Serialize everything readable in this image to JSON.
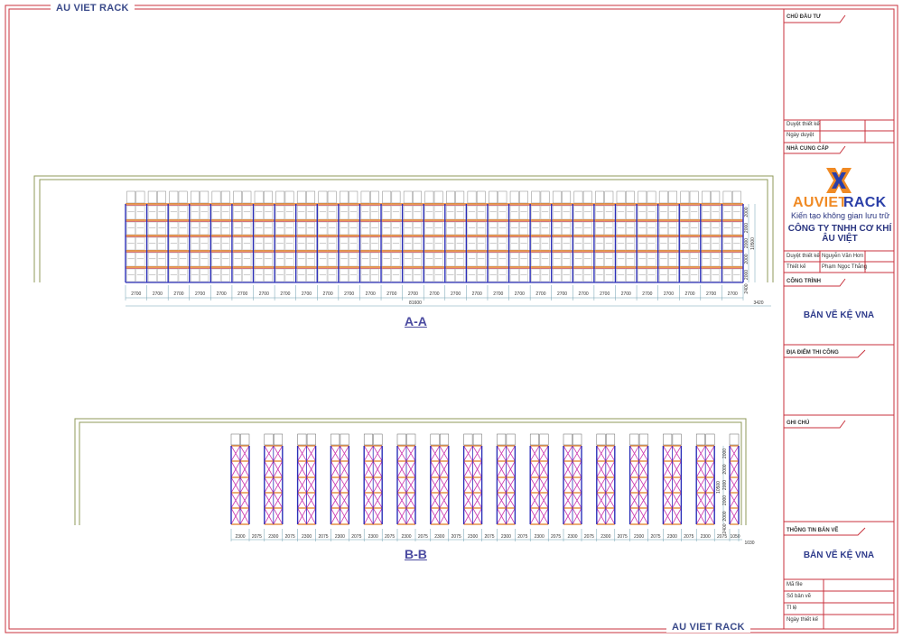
{
  "colors": {
    "frame": "#c8323c",
    "uprightBlue": "#2b2fb8",
    "beamOrange": "#e07a20",
    "braceMagenta": "#cc3ab0",
    "wall": "#8f9a5a",
    "dim": "#6f9fb0",
    "text": "#2f3c8c"
  },
  "brand": {
    "top": "AU VIET RACK",
    "bottom": "AU VIET RACK"
  },
  "titleBlock": {
    "owner": {
      "header": "CHỦ ĐẦU TƯ",
      "approvedLabel": "Duyệt thiết kế",
      "dateLabel": "Ngày duyệt"
    },
    "supplier": {
      "header": "NHÀ CUNG CẤP",
      "logoAu": "AUVIET",
      "logoRack": "RACK",
      "tagline": "Kiến tạo không gian lưu trữ",
      "company": "CÔNG TY TNHH CƠ KHÍ ÂU VIỆT",
      "approvedLabel": "Duyệt thiết kế",
      "approvedName": "Nguyễn Văn Hơn",
      "designLabel": "Thiết kế",
      "designName": "Phạm Ngọc Thắng"
    },
    "project": {
      "header": "CÔNG TRÌNH",
      "value": "BẢN VẼ KỆ VNA"
    },
    "site": {
      "header": "ĐỊA ĐIỂM THI CÔNG"
    },
    "notes": {
      "header": "GHI CHÚ"
    },
    "info": {
      "header": "THÔNG TIN BẢN VẼ",
      "value": "BẢN VẼ KỆ VNA"
    },
    "fields": [
      "Mã file",
      "Số bản vẽ",
      "Tỉ lệ",
      "Ngày thiết kế"
    ]
  },
  "viewAA": {
    "title": "A-A",
    "bays": 29,
    "bayDim": "2700",
    "totalDim": "81600",
    "endDim": "3420",
    "heightDims": [
      "2000",
      "2000",
      "2000",
      "2000",
      "2000"
    ],
    "bottomDim": "2400",
    "totalHeight": "10500"
  },
  "viewBB": {
    "title": "B-B",
    "frames": 16,
    "dimPattern": [
      "2300",
      "2075"
    ],
    "lastDims": [
      "1050"
    ],
    "endDim": "1030",
    "heightDims": [
      "2000",
      "2000",
      "2000",
      "2000",
      "2000"
    ],
    "bottomDim": "2400",
    "totalHeight": "10500"
  }
}
